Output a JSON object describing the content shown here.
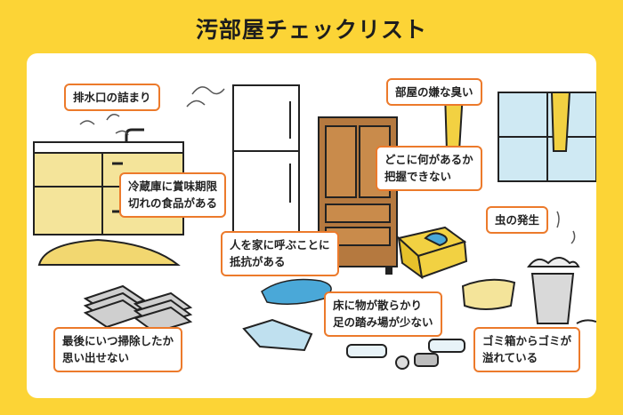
{
  "title": "汚部屋チェックリスト",
  "colors": {
    "background": "#fcd436",
    "label_border": "#ec7a2b",
    "wardrobe": "#b5793f",
    "water": "#4aa8d8"
  },
  "labels": {
    "drain": "排水口の詰まり",
    "smell": "部屋の嫌な臭い",
    "location": "どこに何があるか\n把握できない",
    "fridge": "冷蔵庫に賞味期限\n切れの食品がある",
    "bugs": "虫の発生",
    "visitors": "人を家に呼ぶことに\n抵抗がある",
    "floor": "床に物が散らかり\n足の踏み場が少ない",
    "cleaning": "最後にいつ掃除したか\n思い出せない",
    "trash": "ゴミ箱からゴミが\n溢れている"
  }
}
